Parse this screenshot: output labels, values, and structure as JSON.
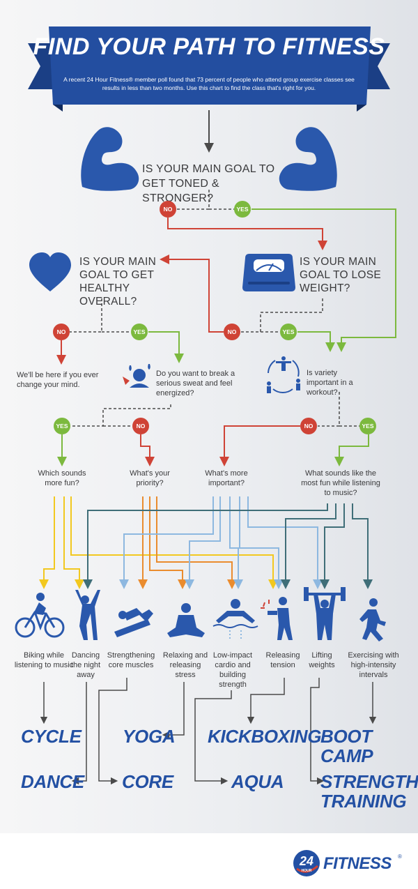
{
  "header": {
    "title": "FIND YOUR PATH TO FITNESS",
    "intro": "A recent 24 Hour Fitness® member poll found that 73 percent of people who attend group exercise classes see results in less than two months. Use this chart to find the class that's right for you."
  },
  "questions": {
    "q1": "IS YOUR MAIN GOAL TO GET TONED & STRONGER?",
    "q2": "IS YOUR MAIN GOAL TO GET HEALTHY OVERALL?",
    "q3": "IS YOUR MAIN GOAL TO LOSE WEIGHT?",
    "q4": "Do you want to break a serious sweat and feel energized?",
    "q5": "Is variety important in a workout?",
    "q6": "Which sounds more fun?",
    "q7": "What's your priority?",
    "q8": "What's more important?",
    "q9": "What sounds like the most fun while listening to music?"
  },
  "answers": {
    "no": "NO",
    "yes": "YES"
  },
  "dead_end": "We'll be here if you ever change your mind.",
  "options": [
    "Biking while listening to music",
    "Dancing the night away",
    "Strengthening core muscles",
    "Relaxing and releasing stress",
    "Low-impact cardio and building strength",
    "Releasing tension",
    "Lifting weights",
    "Exercising with high-intensity intervals"
  ],
  "classes": {
    "cycle": "CYCLE",
    "dance": "DANCE",
    "yoga": "YOGA",
    "core": "CORE",
    "kickboxing": "KICKBOXING",
    "aqua": "AQUA",
    "boot_camp": "BOOT CAMP",
    "strength_training": "STRENGTH TRAINING"
  },
  "logo": {
    "number": "24",
    "sub": "HOUR",
    "name": "FITNESS",
    "mark": "®"
  },
  "colors": {
    "banner": "#234ea0",
    "icon_blue": "#2a58ac",
    "no": "#cf4336",
    "yes": "#7cb93e",
    "yellow": "#f2c81f",
    "orange": "#ea8c2e",
    "light_blue": "#8db8e0",
    "teal": "#3f6e78",
    "gray": "#4a4a4a"
  }
}
